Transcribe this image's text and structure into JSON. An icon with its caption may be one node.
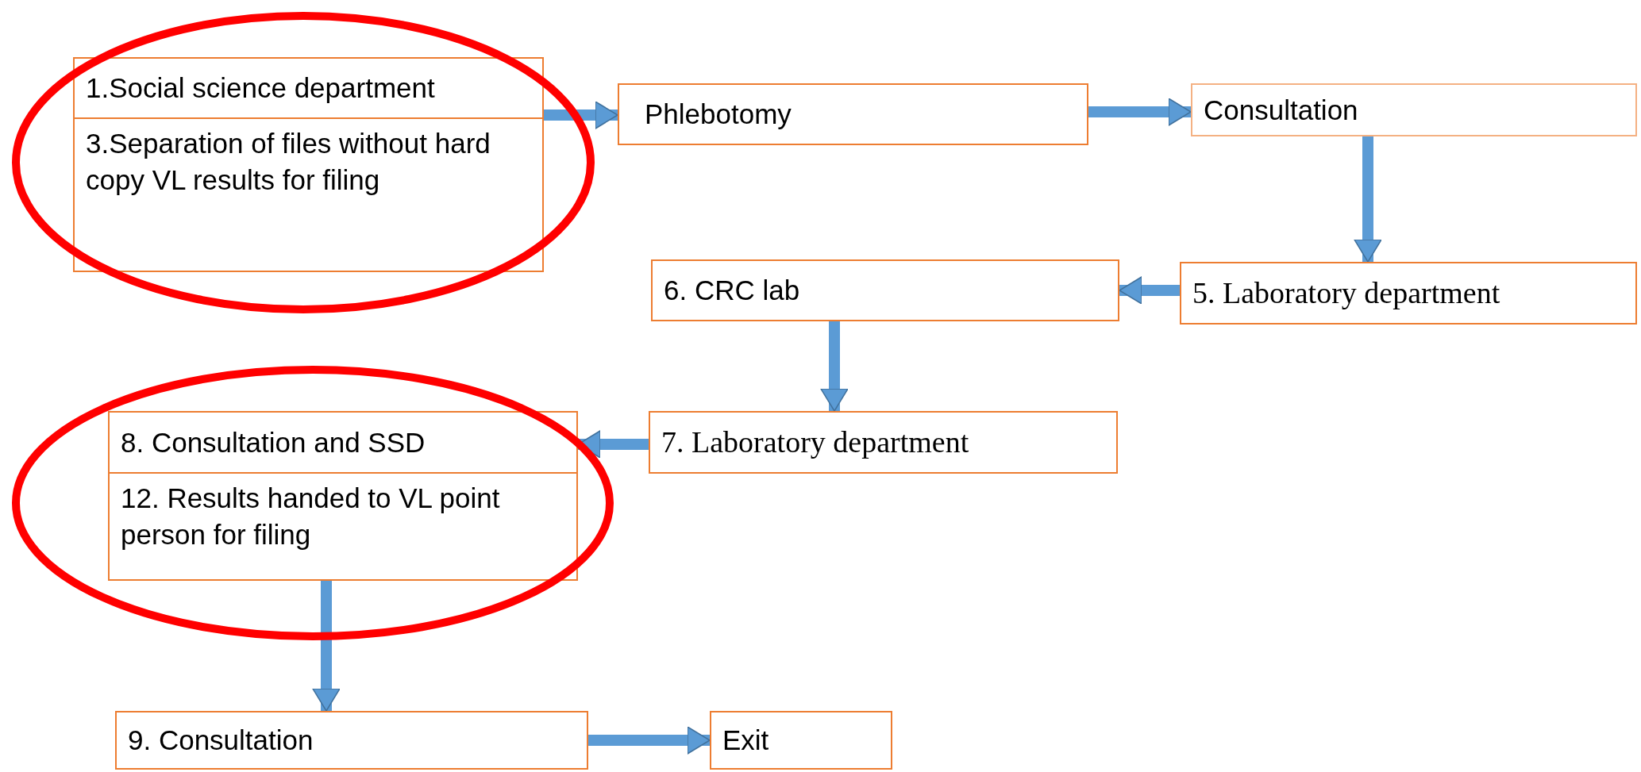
{
  "diagram": {
    "nodes": [
      {
        "text": [],
        "shape": "ellipse"
      },
      {
        "text": [
          "1.Social science department"
        ],
        "in": 0
      },
      {
        "text": [
          "3.Separation of files without hard copy VL results for filing"
        ],
        "in": 0
      },
      {
        "text": [
          "Phlebotomy"
        ]
      },
      {
        "text": [
          "Consultation"
        ]
      },
      {
        "text": [
          "6. CRC lab"
        ]
      },
      {
        "text": [
          "5. Laboratory department"
        ]
      },
      {
        "text": [],
        "shape": "ellipse"
      },
      {
        "text": [
          "8. Consultation and SSD"
        ],
        "in": 7
      },
      {
        "text": [
          "12. Results handed to VL point person for filing"
        ],
        "in": 7
      },
      {
        "text": [
          "7. Laboratory department"
        ]
      },
      {
        "text": [
          "9. Consultation"
        ]
      },
      {
        "text": [
          "Exit"
        ]
      }
    ],
    "edges": [
      {
        "from": 1,
        "to": 3,
        "arrow": "to"
      },
      {
        "from": 3,
        "to": 4,
        "arrow": "to"
      },
      {
        "from": 4,
        "to": 6,
        "arrow": "to"
      },
      {
        "from": 6,
        "to": 5,
        "arrow": "to"
      },
      {
        "from": 5,
        "to": 10,
        "arrow": "to"
      },
      {
        "from": 10,
        "to": 8,
        "arrow": "to"
      },
      {
        "from": 9,
        "to": 11,
        "arrow": "to"
      },
      {
        "from": 11,
        "to": 12,
        "arrow": "to"
      }
    ]
  }
}
